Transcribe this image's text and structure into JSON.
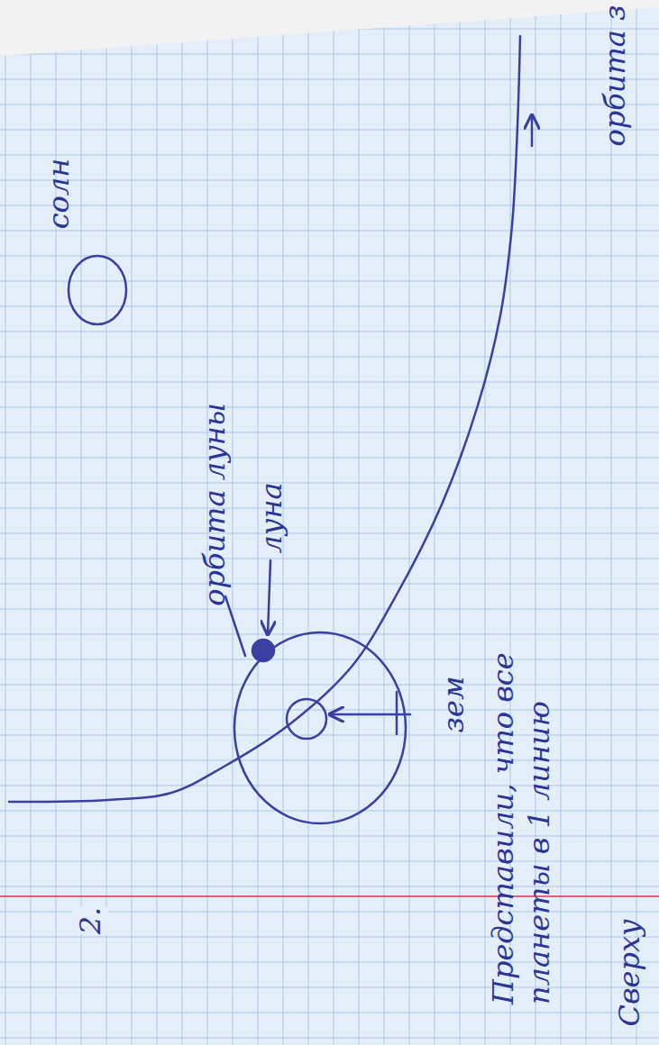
{
  "diagram": {
    "labels": [
      "2.",
      "солн",
      "орбита луны",
      "луна",
      "зем",
      "Представили, что все планеты в 1 линию",
      "орбита з",
      "Сверху"
    ]
  }
}
